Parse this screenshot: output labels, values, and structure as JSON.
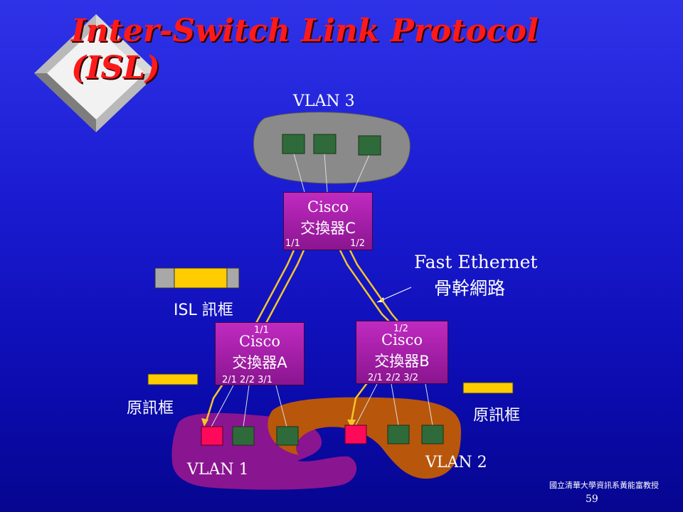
{
  "slide": {
    "title_line1": "Inter-Switch Link Protocol",
    "title_line2": "(ISL)",
    "footer": "國立清華大學資訊系黃能富教授",
    "page_number": "59"
  },
  "vlans": {
    "vlan3": "VLAN 3",
    "vlan1": "VLAN 1",
    "vlan2": "VLAN 2"
  },
  "switches": {
    "c": {
      "name": "Cisco",
      "sub": "交換器C",
      "ports": [
        "1/1",
        "1/2"
      ]
    },
    "a": {
      "name": "Cisco",
      "sub": "交換器A",
      "uplink": "1/1",
      "ports": "2/1 2/2  3/1"
    },
    "b": {
      "name": "Cisco",
      "sub": "交換器B",
      "uplink": "1/2",
      "ports": "2/1 2/2  3/2"
    }
  },
  "frames": {
    "isl": "ISL 訊框",
    "original_left": "原訊框",
    "original_right": "原訊框"
  },
  "backbone": {
    "line1": "Fast Ethernet",
    "line2": "骨幹網路"
  },
  "colors": {
    "title": "#ff1a1a",
    "switch": "#b01fb0",
    "host_green": "#2f6b3a",
    "host_red": "#ff0a5a",
    "frame_yellow": "#ffcc00",
    "trunk": "#f5c42c",
    "vlan3_blob": "#8a8a8a",
    "vlan1_blob": "#8a1590",
    "vlan2_blob": "#b8560c"
  }
}
